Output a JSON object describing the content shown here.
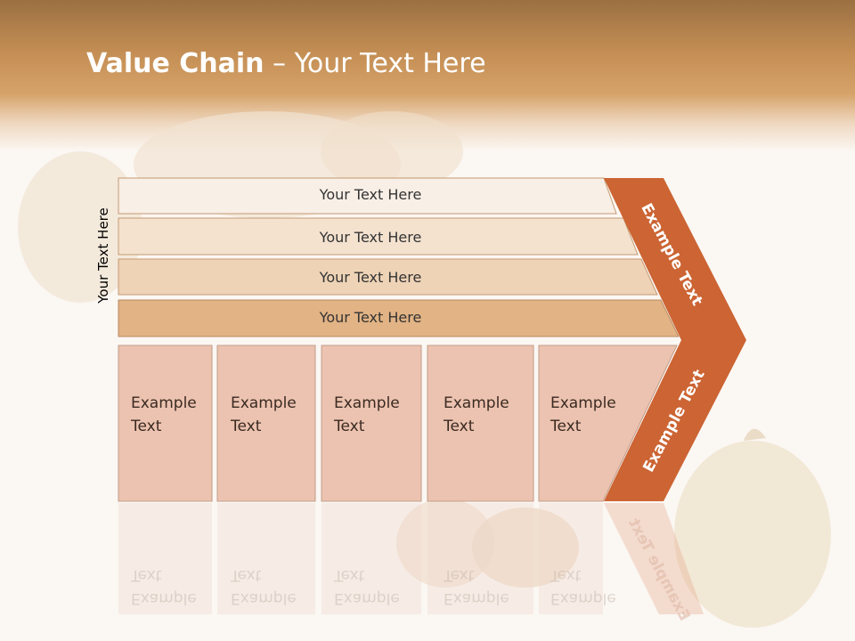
{
  "slide": {
    "title_bold": "Value Chain",
    "title_rest": " – Your Text Here",
    "side_label": "Your Text Here",
    "rows": [
      {
        "label": "Your Text Here"
      },
      {
        "label": "Your Text Here"
      },
      {
        "label": "Your Text Here"
      },
      {
        "label": "Your Text Here"
      }
    ],
    "boxes": [
      {
        "line1": "Example",
        "line2": "Text"
      },
      {
        "line1": "Example",
        "line2": "Text"
      },
      {
        "line1": "Example",
        "line2": "Text"
      },
      {
        "line1": "Example",
        "line2": "Text"
      },
      {
        "line1": "Example",
        "line2": "Text"
      }
    ],
    "chevron_upper": "Example Text",
    "chevron_lower": "Example Text"
  },
  "colors": {
    "row1": "#f8efe6",
    "row2": "#f4e2cf",
    "row3": "#eed3b6",
    "row4": "#e2b384",
    "box": "#ecc3b0",
    "chevron": "#cc6433"
  }
}
